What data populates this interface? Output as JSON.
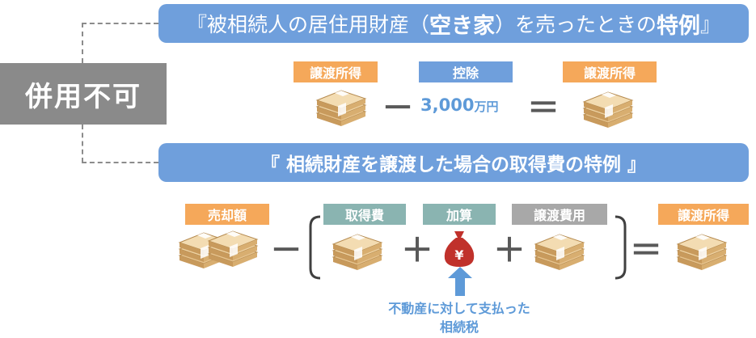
{
  "side_label": "併用不可",
  "banner_top": {
    "pre": "『被相続人の居住用財産（",
    "bold1": "空き家",
    "mid": "）を売ったときの",
    "bold2": "特例",
    "post": "』"
  },
  "banner_bottom": "『 相続財産を譲渡した場合の取得費の特例 』",
  "row1": {
    "tag_left": "譲渡所得",
    "tag_mid": "控除",
    "tag_right": "譲渡所得",
    "minus": "－",
    "equals": "＝",
    "deduction_amount": "3,000",
    "deduction_unit": "万円"
  },
  "row2": {
    "tag_sale": "売却額",
    "tag_cost": "取得費",
    "tag_add": "加算",
    "tag_expense": "譲渡費用",
    "tag_result": "譲渡所得",
    "minus": "－",
    "plus1": "＋",
    "plus2": "＋",
    "equals": "＝",
    "yen": "¥",
    "note_line1": "不動産に対して支払った",
    "note_line2": "相続税"
  },
  "colors": {
    "orange": "#f5a85a",
    "blue": "#6f9fdc",
    "teal": "#8ab4b1",
    "gray": "#8a8a8a",
    "money": "#e8c896",
    "bag": "#c0312b"
  }
}
